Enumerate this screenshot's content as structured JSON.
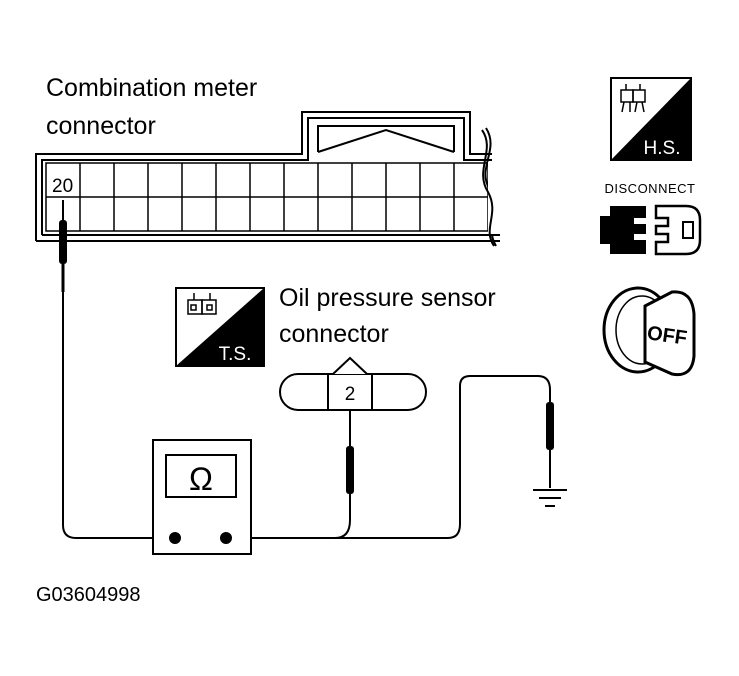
{
  "combination_meter": {
    "label_line1": "Combination meter",
    "label_line2": "connector",
    "pin": "20"
  },
  "oil_sensor": {
    "label_line1": "Oil pressure sensor",
    "label_line2": "connector",
    "pin": "2"
  },
  "ohmmeter": {
    "symbol": "Ω"
  },
  "badges": {
    "hs": "H.S.",
    "ts": "T.S.",
    "disconnect": "DISCONNECT",
    "off": "OFF"
  },
  "figure_code": "G03604998",
  "icons": [
    "harness-side-icon",
    "terminal-side-icon",
    "disconnect-icon",
    "ignition-off-icon",
    "ground-icon"
  ]
}
